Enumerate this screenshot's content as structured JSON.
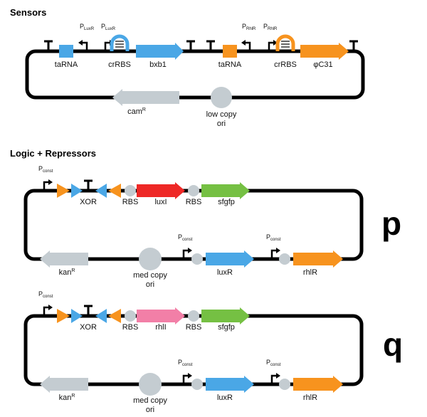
{
  "colors": {
    "backbone": "#000000",
    "blue": "#4aa7e6",
    "orange": "#f7931e",
    "gray": "#c4ccd1",
    "red": "#ee2826",
    "green": "#75c043",
    "pink": "#f27fa7"
  },
  "sensors": {
    "title": "Sensors",
    "promoter_luxr": {
      "p": "P",
      "sub": "LuxR"
    },
    "promoter_rhlr": {
      "p": "P",
      "sub": "RhlR"
    },
    "tarna_1": "taRNA",
    "crrbs_1": "crRBS",
    "bxb1": "bxb1",
    "tarna_2": "taRNA",
    "crrbs_2": "crRBS",
    "phic31": "φC31",
    "cam_main": "cam",
    "cam_sup": "R",
    "ori_line1": "low copy",
    "ori_line2": "ori"
  },
  "logic": {
    "title": "Logic + Repressors",
    "pconst": {
      "p": "P",
      "sub": "const"
    },
    "xor": "XOR",
    "rbs": "RBS",
    "kan_main": "kan",
    "kan_sup": "R",
    "ori_line1": "med copy",
    "ori_line2": "ori",
    "luxr": "luxR",
    "rhlr": "rhlR",
    "sfgfp": "sfgfp",
    "plasmid_p": {
      "label": "p",
      "gene": "luxI"
    },
    "plasmid_q": {
      "label": "q",
      "gene": "rhlI"
    }
  }
}
